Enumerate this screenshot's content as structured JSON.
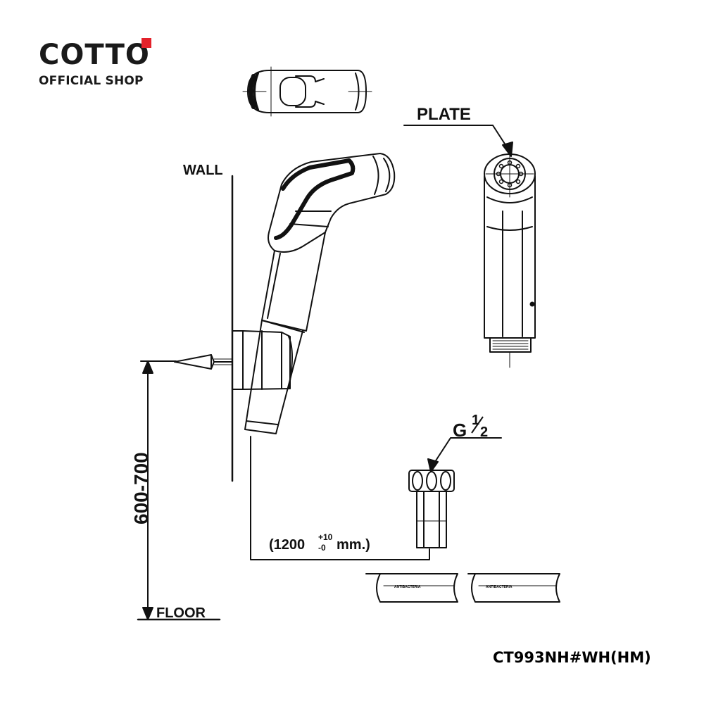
{
  "brand": {
    "name": "COTTO",
    "tagline": "OFFICIAL SHOP",
    "accent_color": "#e3222b"
  },
  "labels": {
    "wall": "WALL",
    "floor": "FLOOR",
    "plate": "PLATE",
    "height_range": "600-700",
    "thread_g": "G",
    "thread_num": "1",
    "thread_den": "2",
    "hose_open": "(1200",
    "hose_tol_plus": "+10",
    "hose_tol_minus": "-0",
    "hose_unit": "mm.)",
    "hose_print": "ANTIBACTERIA"
  },
  "model_code": "CT993NH#WH(HM)"
}
